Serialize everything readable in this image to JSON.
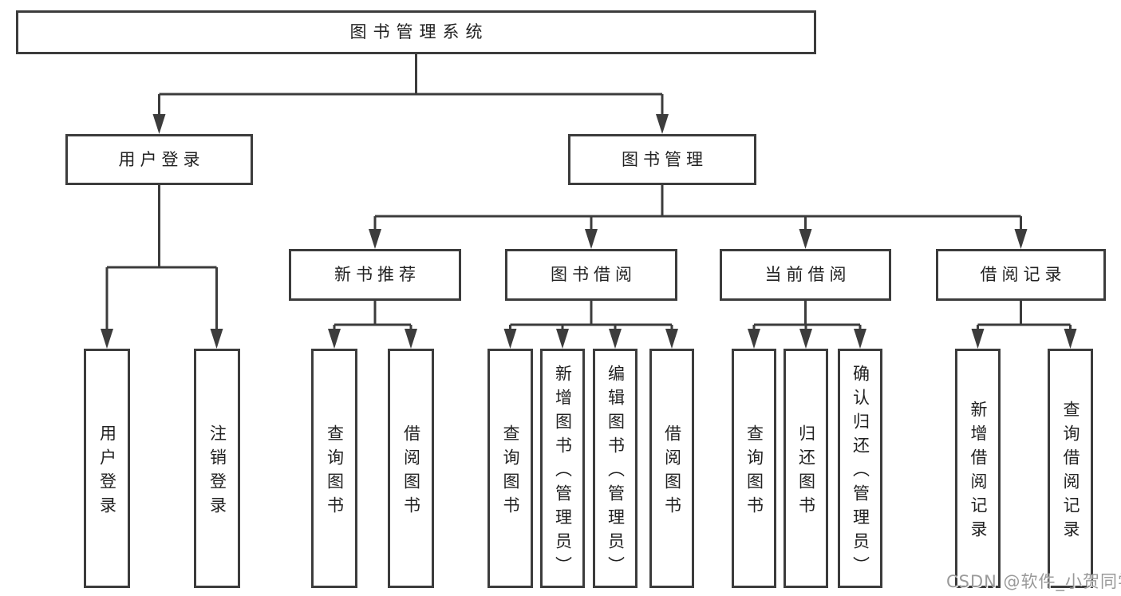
{
  "diagram": {
    "root": {
      "label": "图书管理系统",
      "children": [
        {
          "label": "用户登录",
          "children": [
            {
              "label": "用户登录"
            },
            {
              "label": "注销登录"
            }
          ]
        },
        {
          "label": "图书管理",
          "children": [
            {
              "label": "新书推荐",
              "children": [
                {
                  "label": "查询图书"
                },
                {
                  "label": "借阅图书"
                }
              ]
            },
            {
              "label": "图书借阅",
              "children": [
                {
                  "label": "查询图书"
                },
                {
                  "label": "新增图书（管理员）"
                },
                {
                  "label": "编辑图书（管理员）"
                },
                {
                  "label": "借阅图书"
                }
              ]
            },
            {
              "label": "当前借阅",
              "children": [
                {
                  "label": "查询图书"
                },
                {
                  "label": "归还图书"
                },
                {
                  "label": "确认归还（管理员）"
                }
              ]
            },
            {
              "label": "借阅记录",
              "children": [
                {
                  "label": "新增借阅记录"
                },
                {
                  "label": "查询借阅记录"
                }
              ]
            }
          ]
        }
      ]
    }
  },
  "colors": {
    "line": "#3c3c3c",
    "text": "#222222",
    "watermark_text": "#9a9a9a"
  },
  "watermark": {
    "text": "CSDN @软件_小贺同学"
  }
}
